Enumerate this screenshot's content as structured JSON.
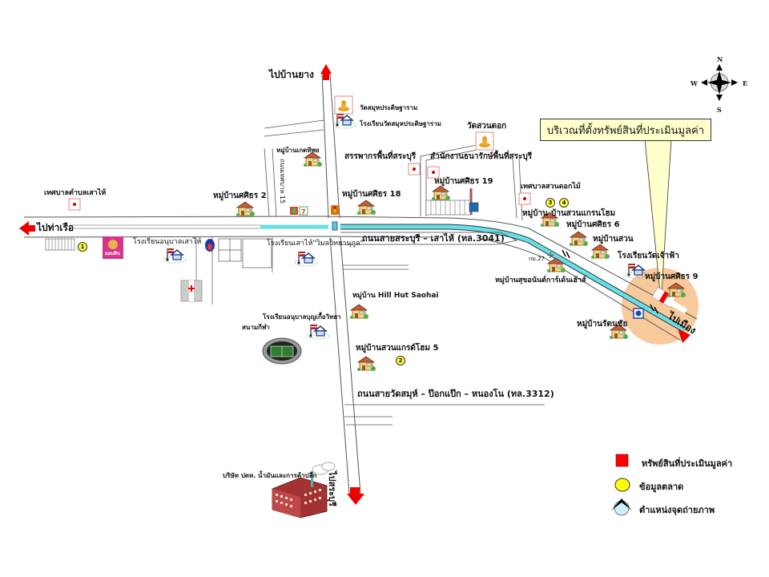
{
  "directions": {
    "north": "ไปบ้านยาง",
    "west": "ไปท่าเรือ",
    "south": "ไปสระบุรี",
    "southeast": "ไปเมือง"
  },
  "roads": {
    "main": "ถนนสายสระบุรี – เสาไห้  (ทล.3041)",
    "secondary": "ถนนสายวัดสมุห์ – ป๊อกแป๊ก – หนองโน (ทล.3312)",
    "soi": "ถนนเทศบาล 15",
    "km_marker": "กม.27"
  },
  "places": {
    "wat_samuh": "วัดสมุหประดิษฐาราม",
    "school_wat_samuh": "โรงเรียนวัดสมุหประดิษฐาราม",
    "wat_suan_dok": "วัดสวนดอก",
    "revenue_office": "สรรพากรพื้นที่สระบุรี",
    "treasury_office": "สำนักงานธนารักษ์พื้นที่สระบุรี",
    "municipality_suan_dok_mai": "เทศบาลสวนดอกไม้",
    "municipality_sao_hai": "เทศบาลตำบลเสาไห้",
    "village_kaset": "หมู่บ้านเกตทิพย",
    "village_sathorn_2": "หมู่บ้านศศิธร 2",
    "village_sathorn_18": "หมู่บ้านศศิธร 18",
    "village_sathorn_19": "หมู่บ้านศศิธร 19",
    "village_baan": "หมู่บ้าน",
    "village_suan_grand_home": "บ้านสวนแกรนโฮม",
    "village_sathorn_6": "หมู่บ้านศศิธร 6",
    "village_suan": "หมู่บ้านสวน",
    "school_wat_chao_fa": "โรงเรียนวัดเจ้าฟ้า",
    "village_sathorn_9": "หมู่บ้านศศิธร 9",
    "village_ratanachai": "หมู่บ้านรัตนชัย",
    "village_suk_anan": "หมู่บ้านสุขอนันต์การ์เด้นเฮ้าส์",
    "school_anuban_sao_hai": "โรงเรียนอนุบาลเสาไห้",
    "school_sao_hai": "โรงเรียนเสาไห้\"วิมลวิทยานุกูล\"",
    "village_hill_hut": "หมู่บ้าน Hill Hut Saohai",
    "school_anuban_bun": "โรงเรียนอนุบาลบุญเกื้อวิทยา",
    "stadium": "สนามกีฬา",
    "village_suan_grand_5": "หมู่บ้านสวนแกรด์โฮม 5",
    "ptt_company": "บริษัท ปตท. น้ำมันและการค้าปลีก",
    "gsb_logo": "ออมสิน"
  },
  "markers": [
    "1",
    "2",
    "3",
    "4"
  ],
  "callout": "บริเวณที่ตั้งทรัพย์สินที่ประเมินมูลค่า",
  "compass": {
    "n": "N",
    "s": "S",
    "e": "E",
    "w": "W"
  },
  "legend": [
    {
      "label": "ทรัพย์สินที่ประเมินมูลค่า",
      "color": "#ff0000",
      "shape": "square"
    },
    {
      "label": "ข้อมูลตลาด",
      "color": "#ffff00",
      "shape": "circle"
    },
    {
      "label": "ตำแหน่งจุดถ่ายภาพ",
      "color": "#cceeff",
      "shape": "camera-point"
    }
  ],
  "colors": {
    "highway": "#66e0e8",
    "subject_area": "#f8c99a",
    "arrow": "#ee0000",
    "callout_bg": "#ffffcc"
  }
}
